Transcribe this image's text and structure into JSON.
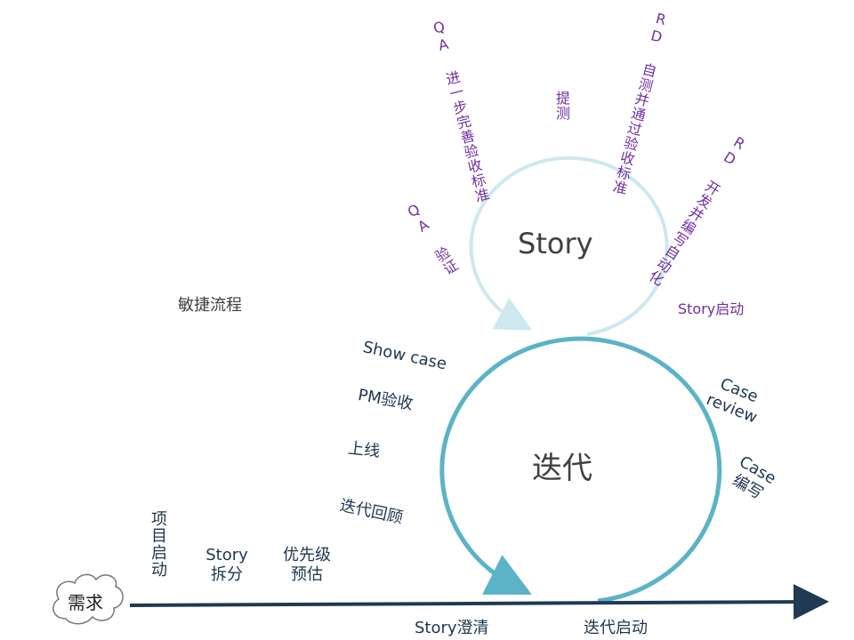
{
  "diagram": {
    "title": "敏捷流程",
    "inner_cycle": "Story",
    "outer_cycle": "迭代",
    "origin": "需求",
    "timeline_steps": [
      "项目启动",
      "Story拆分",
      "优先级预估"
    ],
    "bottom_labels": [
      "Story澄清",
      "迭代启动"
    ],
    "iteration_left": [
      "Show case",
      "PM验收",
      "上线",
      "迭代回顾"
    ],
    "iteration_right": [
      "Case review",
      "Case 编写"
    ],
    "story_labels": [
      "QA 进一步完善验收标准",
      "提测",
      "RD 自测并通过验收标准",
      "RD 开发并编写自动化",
      "QA 验证",
      "Story启动"
    ]
  },
  "colors": {
    "outer_circle": "#5bb3c7",
    "inner_circle": "#cde8ef",
    "timeline": "#1f3a52",
    "text_dark": "#1f3550",
    "text_purple": "#7030a0"
  }
}
